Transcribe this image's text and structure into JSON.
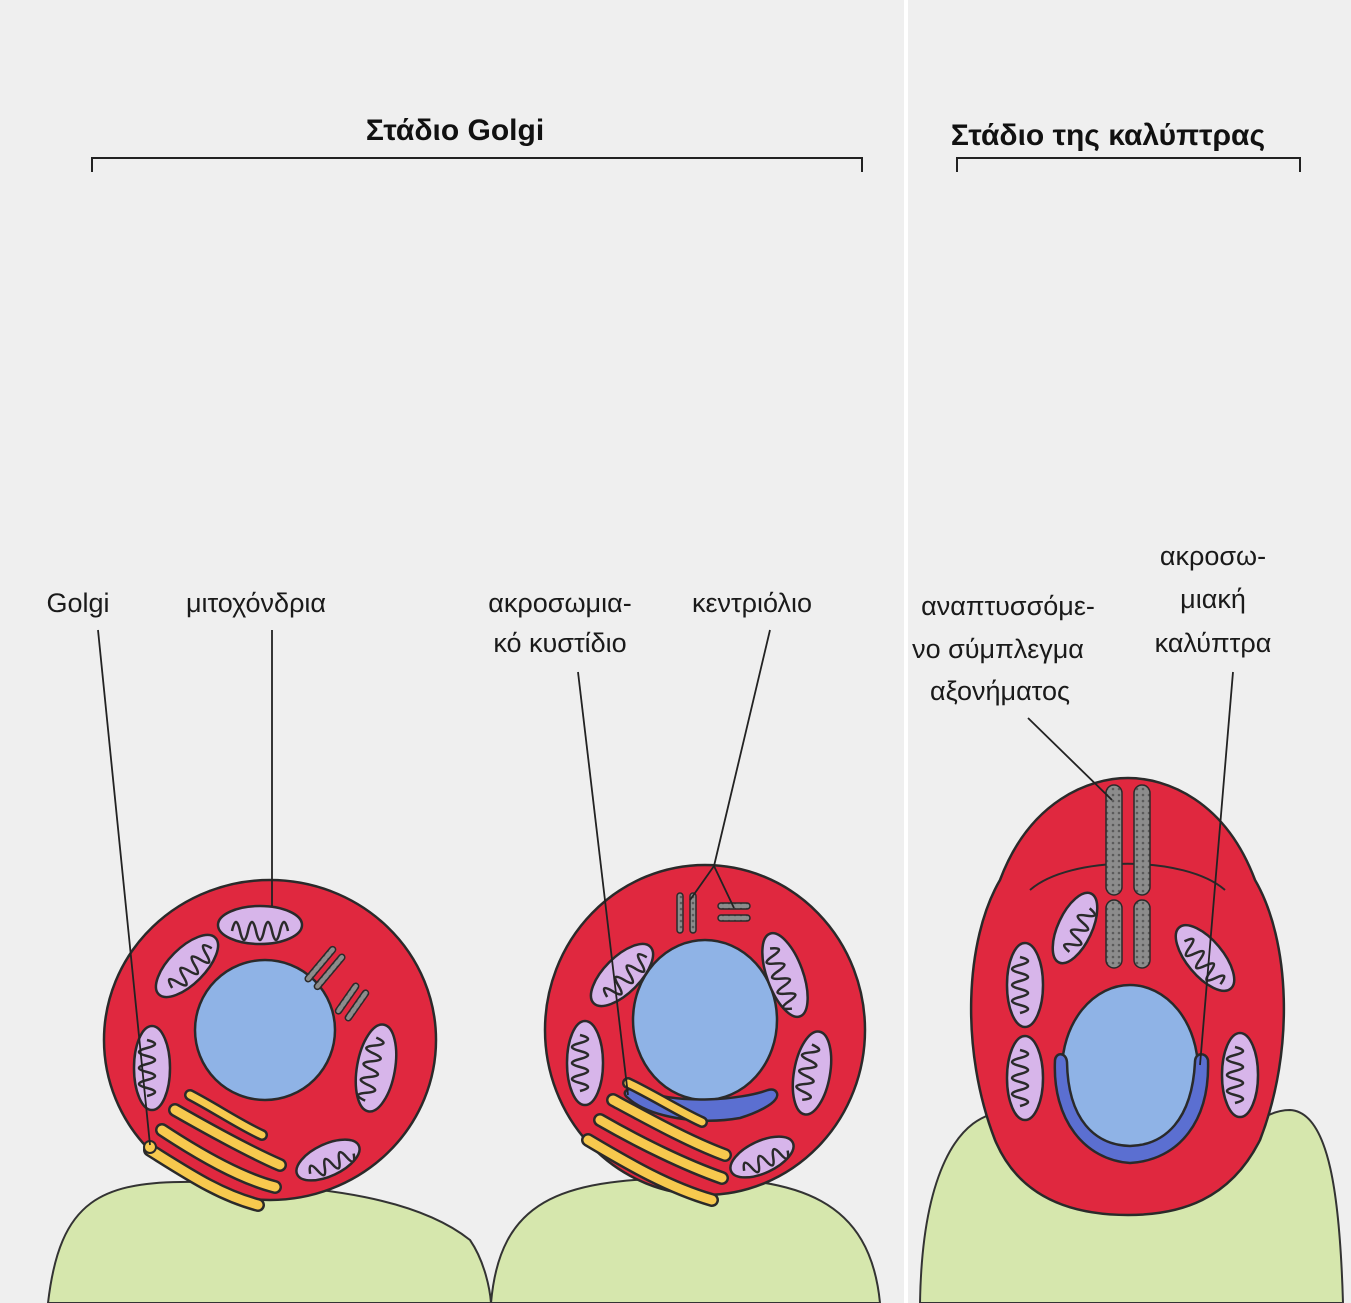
{
  "titles": {
    "golgi_stage": "Στάδιο Golgi",
    "cap_stage": "Στάδιο της καλύπτρας"
  },
  "labels": {
    "golgi": "Golgi",
    "mitochondria": "μιτοχόνδρια",
    "acrosomal_vesicle": [
      "ακροσωμια-",
      "κό κυστίδιο"
    ],
    "centriole": "κεντριόλιο",
    "axoneme": [
      "αναπτυσσόμε-",
      "νο σύμπλεγμα",
      "αξονήματος"
    ],
    "acrosomal_cap": [
      "ακροσω-",
      "μιακή",
      "καλύπτρα"
    ]
  },
  "colors": {
    "background": "#efefef",
    "cytoplasm": "#e0283f",
    "nucleus": "#8fb3e6",
    "mitochondria": "#d7b5ea",
    "golgi": "#f7c94e",
    "acrosome": "#5b6fd1",
    "centriole": "#8c8c8c",
    "sertoli": "#d6e7ad"
  }
}
